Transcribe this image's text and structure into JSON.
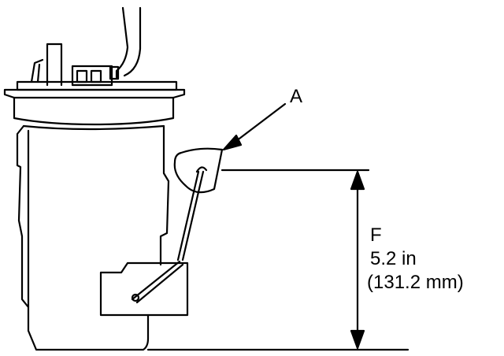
{
  "callouts": {
    "float_label": "A",
    "dimension_label": "F",
    "dimension_imperial": "5.2 in",
    "dimension_metric": "(131.2 mm)"
  },
  "colors": {
    "line": "#000000",
    "background": "#ffffff"
  }
}
